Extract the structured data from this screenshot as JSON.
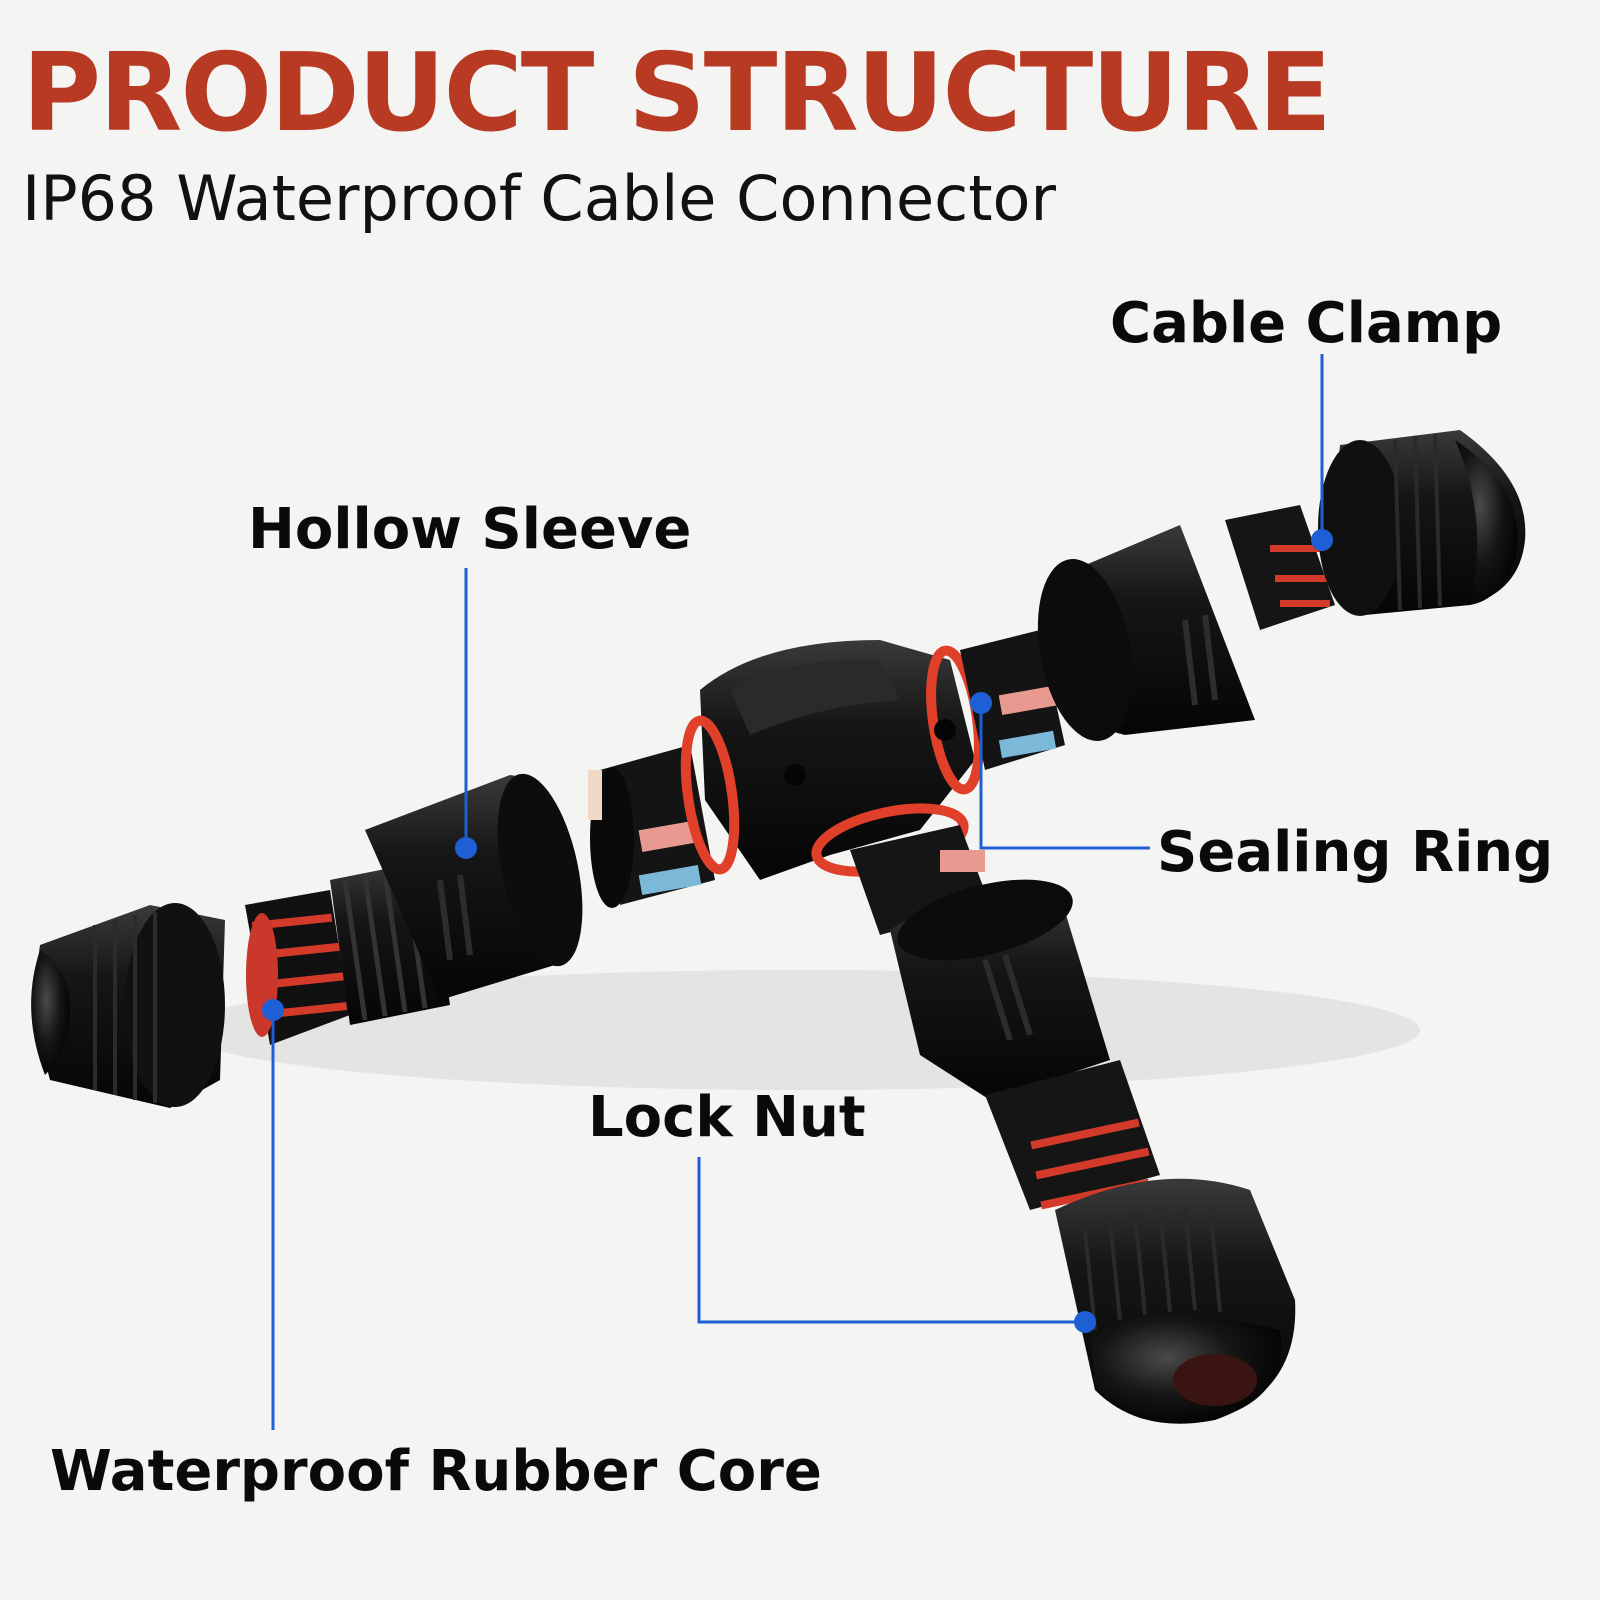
{
  "title": "PRODUCT STRUCTURE",
  "subtitle": "IP68 Waterproof Cable Connector",
  "labels": {
    "cable_clamp": "Cable Clamp",
    "hollow_sleeve": "Hollow Sleeve",
    "sealing_ring": "Sealing Ring",
    "lock_nut": "Lock Nut",
    "waterproof_rubber_core": "Waterproof Rubber Core"
  },
  "colors": {
    "title": "#b83a22",
    "text": "#0a0a0a",
    "leader_line": "#1f5fd6",
    "body_black": "#141414",
    "seal_red": "#e0402a",
    "background": "#f4f4f3"
  }
}
